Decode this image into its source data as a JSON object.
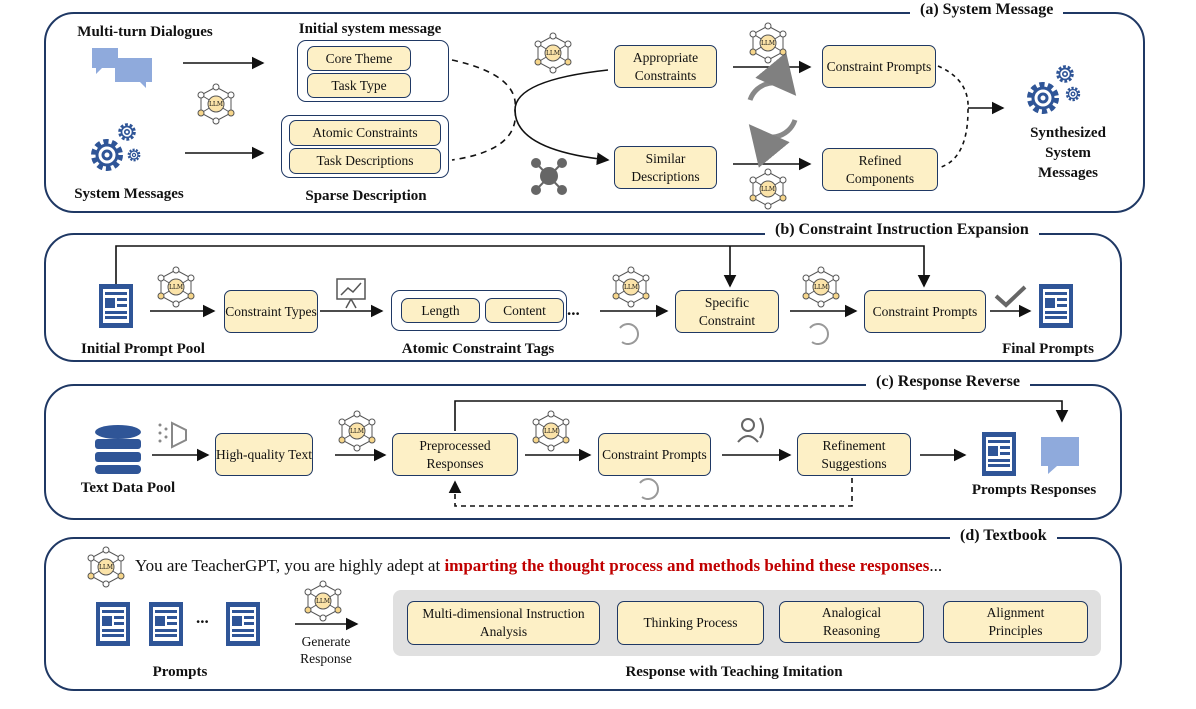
{
  "colors": {
    "navy": "#1f3864",
    "box_fill": "#fdf0c6",
    "icon_blue": "#2f5597",
    "chat_blue": "#8faadc",
    "highlight": "#c00000",
    "grey": "#808080"
  },
  "a": {
    "title": "(a) System Message",
    "multi_turn": "Multi-turn Dialogues",
    "system_messages": "System Messages",
    "initial_sys": "Initial system message",
    "core_theme": "Core Theme",
    "task_type": "Task Type",
    "atomic_constraints": "Atomic Constraints",
    "task_descriptions": "Task Descriptions",
    "sparse": "Sparse Description",
    "appropriate": "Appropriate Constraints",
    "similar": "Similar Descriptions",
    "constraint_prompts": "Constraint Prompts",
    "refined": "Refined Components",
    "synth": "Synthesized System Messages"
  },
  "b": {
    "title": "(b) Constraint Instruction Expansion",
    "pool": "Initial Prompt Pool",
    "types": "Constraint Types",
    "length": "Length",
    "content": "Content",
    "ellipsis": "...",
    "tags": "Atomic Constraint Tags",
    "specific": "Specific Constraint",
    "prompts": "Constraint Prompts",
    "final": "Final Prompts"
  },
  "c": {
    "title": "(c) Response Reverse",
    "pool": "Text Data Pool",
    "hq": "High-quality Text",
    "pre": "Preprocessed Responses",
    "prompts": "Constraint Prompts",
    "refine": "Refinement Suggestions",
    "out": "Prompts Responses"
  },
  "d": {
    "title": "(d) Textbook",
    "sentence_plain": "You are TeacherGPT, you are highly adept at ",
    "sentence_highlight": "imparting the thought process and methods behind these responses",
    "sentence_end": "...",
    "dots": "...",
    "generate": "Generate Response",
    "prompts": "Prompts",
    "items": [
      "Multi-dimensional Instruction Analysis",
      "Thinking Process",
      "Analogical Reasoning",
      "Alignment Principles"
    ],
    "caption": "Response with Teaching Imitation"
  },
  "icons": {
    "llm": "LLM"
  }
}
